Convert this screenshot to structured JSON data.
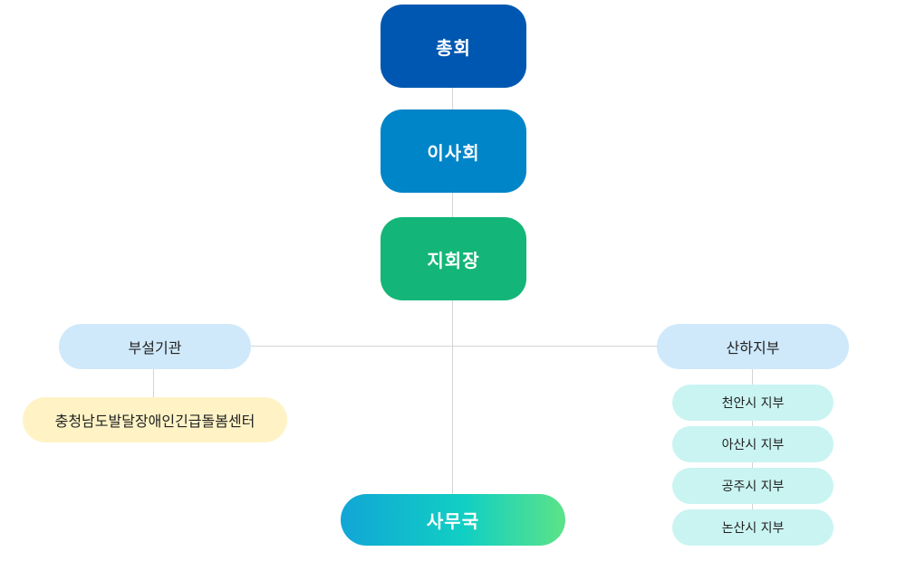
{
  "org_chart": {
    "top_nodes": [
      {
        "label": "총회",
        "color": "#0057b1"
      },
      {
        "label": "이사회",
        "color": "#0085c8"
      },
      {
        "label": "지회장",
        "color": "#13b678"
      }
    ],
    "left_branch": {
      "label": "부설기관",
      "color": "#cfe9fb",
      "child": {
        "label": "충청남도발달장애인긴급돌봄센터",
        "color": "#fff3c6"
      }
    },
    "right_branch": {
      "label": "산하지부",
      "color": "#cfe9fb",
      "children": [
        {
          "label": "천안시 지부"
        },
        {
          "label": "아산시 지부"
        },
        {
          "label": "공주시 지부"
        },
        {
          "label": "논산시 지부"
        }
      ],
      "child_color": "#c9f4f2"
    },
    "office": {
      "label": "사무국",
      "gradient_colors": [
        "#11a6d6",
        "#11cfc3",
        "#5ce388"
      ]
    },
    "line_color": "#d4d4d4"
  }
}
